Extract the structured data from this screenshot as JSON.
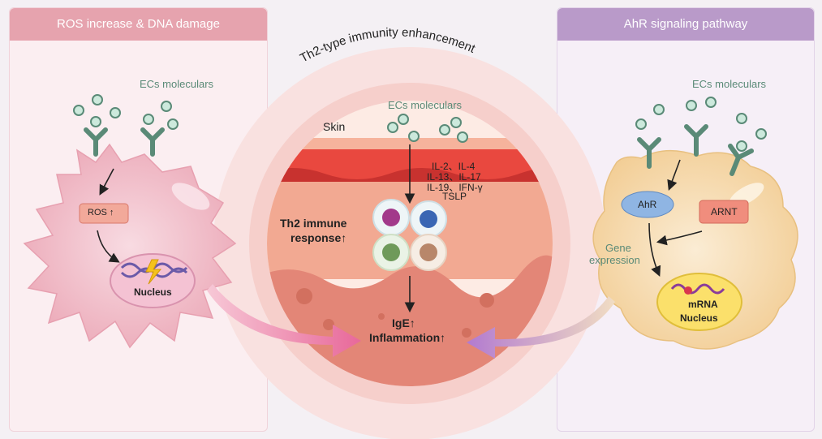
{
  "left_panel": {
    "title": "ROS increase & DNA damage",
    "ecs_label": "ECs moleculars",
    "ros_label": "ROS ↑",
    "nucleus_label": "Nucleus"
  },
  "center": {
    "arc_title": "Th2-type immunity enhancement",
    "ecs_label": "ECs moleculars",
    "skin_label": "Skin",
    "cytokines": [
      "IL-2、IL-4",
      "IL-13、IL-17",
      "IL-19、IFN-γ",
      "TSLP"
    ],
    "th2_label": [
      "Th2 immune",
      "response↑"
    ],
    "outcome": [
      "IgE↑",
      "Inflammation↑"
    ]
  },
  "right_panel": {
    "title": "AhR signaling pathway",
    "ecs_label": "ECs moleculars",
    "ahr_label": "AhR",
    "arnt_label": "ARNT",
    "gene_label": [
      "Gene",
      "expression"
    ],
    "mrna_label": "mRNA",
    "nucleus_label": "Nucleus"
  },
  "colors": {
    "left_header": "#e6a3ae",
    "right_header": "#b99ac9",
    "receptor": "#5a8a77",
    "ros_box": "#f2a99a",
    "ahr_oval": "#8fb5e3",
    "arnt_box": "#f08d7d"
  }
}
